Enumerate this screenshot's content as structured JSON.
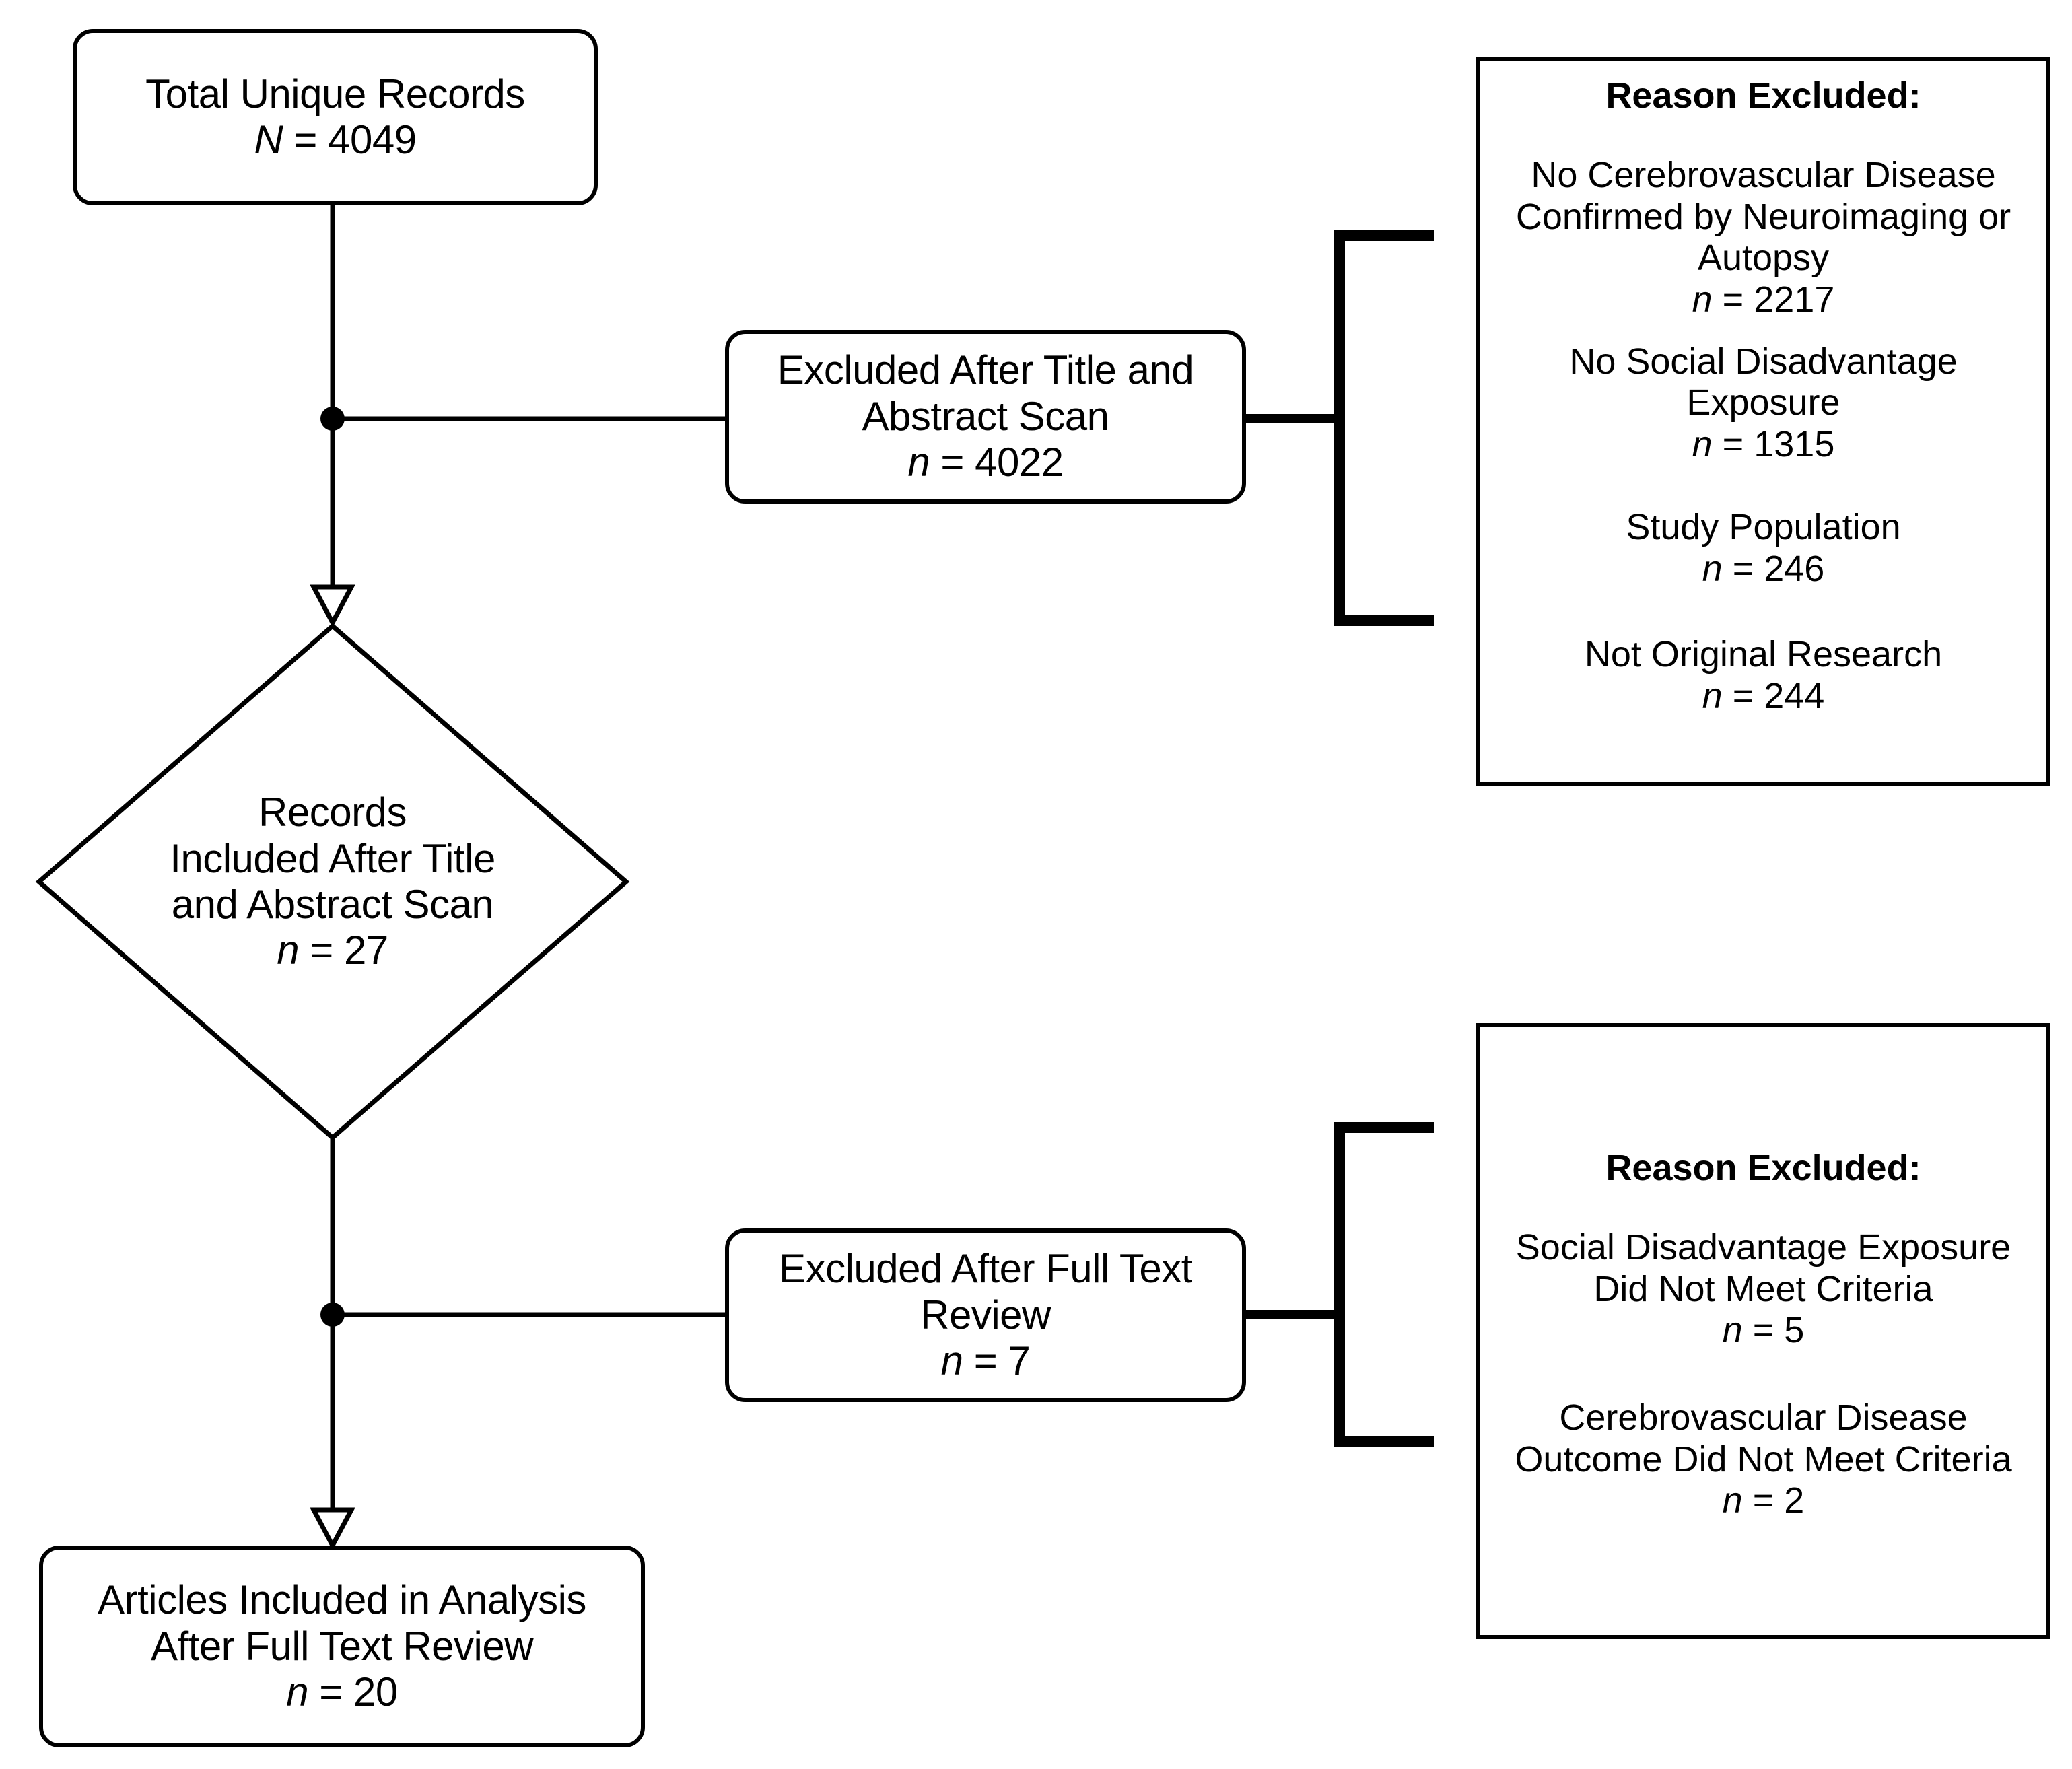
{
  "diagram": {
    "type": "prisma-flow-diagram",
    "nodes": {
      "total_records": {
        "line1": "Total Unique Records",
        "symbol": "N",
        "equals": " = ",
        "value": "4049",
        "shape": "rounded-rectangle"
      },
      "excluded_title_abstract": {
        "line1": "Excluded After Title and",
        "line2": "Abstract Scan",
        "symbol": "n",
        "equals": " = ",
        "value": "4022",
        "shape": "rounded-rectangle"
      },
      "records_included": {
        "line1": "Records",
        "line2": "Included After Title",
        "line3": "and Abstract Scan",
        "symbol": "n",
        "equals": " = ",
        "value": "27",
        "shape": "diamond"
      },
      "excluded_full_text": {
        "line1": "Excluded After Full Text",
        "line2": "Review",
        "symbol": "n",
        "equals": " = ",
        "value": "7",
        "shape": "rounded-rectangle"
      },
      "articles_included": {
        "line1": "Articles Included in Analysis",
        "line2": "After Full Text Review",
        "symbol": "n",
        "equals": " = ",
        "value": "20",
        "shape": "rounded-rectangle"
      }
    },
    "reason_box_top": {
      "heading": "Reason Excluded:",
      "shape": "rectangle",
      "items": [
        {
          "lines": [
            "No Cerebrovascular Disease",
            "Confirmed by Neuroimaging or",
            "Autopsy"
          ],
          "symbol": "n",
          "equals": " = ",
          "value": "2217"
        },
        {
          "lines": [
            "No Social Disadvantage",
            "Exposure"
          ],
          "symbol": "n",
          "equals": " = ",
          "value": "1315"
        },
        {
          "lines": [
            "Study Population"
          ],
          "symbol": "n",
          "equals": " = ",
          "value": "246"
        },
        {
          "lines": [
            "Not Original Research"
          ],
          "symbol": "n",
          "equals": " = ",
          "value": "244"
        }
      ]
    },
    "reason_box_bottom": {
      "heading": "Reason Excluded:",
      "shape": "rectangle",
      "items": [
        {
          "lines": [
            "Social Disadvantage Exposure",
            "Did Not Meet Criteria"
          ],
          "symbol": "n",
          "equals": " = ",
          "value": "5"
        },
        {
          "lines": [
            "Cerebrovascular Disease",
            "Outcome Did Not Meet Criteria"
          ],
          "symbol": "n",
          "equals": " = ",
          "value": "2"
        }
      ]
    },
    "colors": {
      "stroke": "#000000",
      "fill": "#ffffff",
      "text": "#000000"
    }
  }
}
